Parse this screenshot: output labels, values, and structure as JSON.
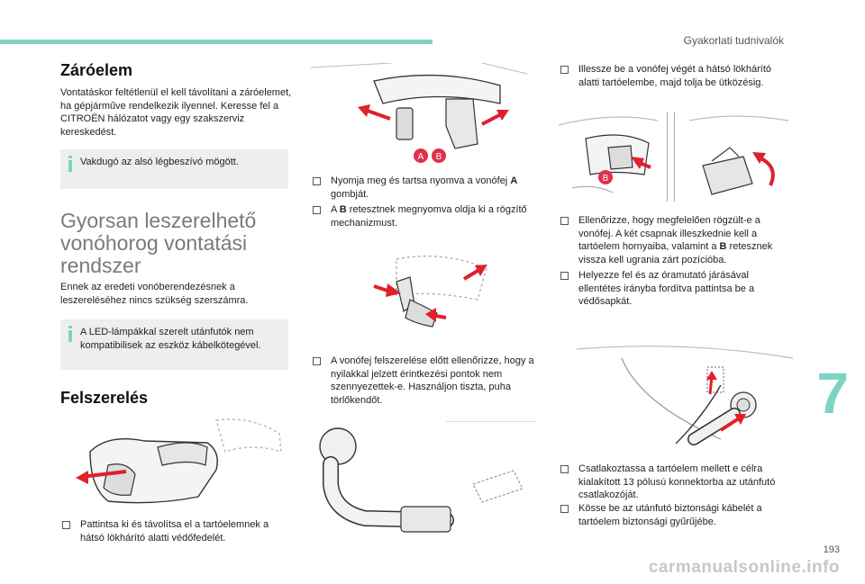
{
  "header": {
    "title": "Gyakorlati tudnivalók"
  },
  "chapter_number": "7",
  "page_number": "193",
  "watermark": "carmanualsonline.info",
  "left": {
    "h1": "Záróelem",
    "p1": "Vontatáskor feltétlenül el kell távolítani a záróelemet, ha gépjárműve rendelkezik ilyennel. Keresse fel a CITROËN hálózatot vagy egy szakszerviz kereskedést.",
    "note1": "Vakdugó az alsó légbeszívó mögött.",
    "h2": "Gyorsan leszerelhető vonóhorog vontatási rendszer",
    "p2": "Ennek az eredeti vonóberendezésnek a leszereléséhez nincs szükség szerszámra.",
    "note2": "A LED-lámpákkal szerelt utánfutók nem kompatibilisek az eszköz kábelkötegével.",
    "h3": "Felszerelés",
    "b1": "Pattintsa ki és távolítsa el a tartóelemnek a hátsó lökhárító alatti védőfedelét."
  },
  "middle": {
    "b2_pre": "Nyomja meg és tartsa nyomva a vonófej ",
    "b2_bold": "A",
    "b2_post": " gombját.",
    "b3_pre": "A ",
    "b3_bold": "B",
    "b3_post": " retesztnek megnyomva oldja ki a rögzítő mechanizmust.",
    "b4": "A vonófej felszerelése előtt ellenőrizze, hogy a nyilakkal jelzett érintkezési pontok nem szennyezettek-e. Használjon tiszta, puha törlőkendőt.",
    "label_a": "A",
    "label_b": "B"
  },
  "right": {
    "b5": "Illessze be a vonófej végét a hátsó lökhárító alatti tartóelembe, majd tolja be ütközésig.",
    "b6_pre": "Ellenőrizze, hogy megfelelően rögzült-e a vonófej. A két csapnak illeszkednie kell a tartóelem hornyaiba, valamint a ",
    "b6_bold": "B",
    "b6_post": " retesznek vissza kell ugrania zárt pozícióba.",
    "b7": "Helyezze fel és az óramutató járásával ellentétes irányba fordítva pattintsa be a védősapkát.",
    "b8": "Csatlakoztassa a tartóelem mellett e célra kialakított 13 pólusú konnektorba az utánfutó csatlakozóját.",
    "b9": "Kösse be az utánfutó biztonsági kábelét a tartóelem biztonsági gyűrűjébe.",
    "label_b": "B"
  },
  "colors": {
    "accent": "#7fd3c4",
    "arrow": "#e0202a",
    "label_circle": "#e0304a",
    "note_bg": "#eeeeee",
    "heading_gray": "#7a7a7a"
  }
}
